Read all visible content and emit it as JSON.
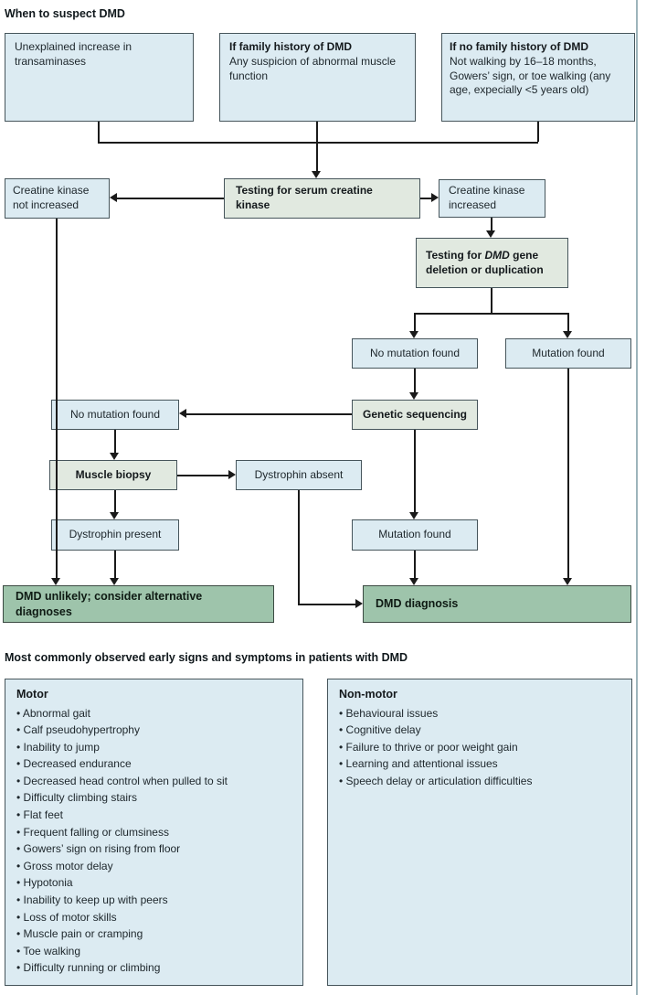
{
  "sections": {
    "suspect_title": "When to suspect DMD",
    "symptoms_title": "Most commonly observed early signs and symptoms in patients with DMD"
  },
  "colors": {
    "light_blue_fill": "#dcebf2",
    "pale_green_fill": "#e1e9e0",
    "dark_green_fill": "#9ec4ab",
    "border": "#46555b",
    "arrow": "#1a1a1a"
  },
  "flowchart": {
    "unexplained": "Unexplained increase in transaminases",
    "family_history": {
      "title": "If family history of DMD",
      "text": "Any suspicion of abnormal muscle function"
    },
    "no_family_history": {
      "title": "If no family history of DMD",
      "text": "Not walking by 16–18 months, Gowers’ sign, or toe walking (any age, expecially <5 years old)"
    },
    "ck_not_increased": "Creatine kinase not increased",
    "testing_ck": "Testing for serum creatine kinase",
    "ck_increased": "Creatine kinase increased",
    "testing_dmd_gene": {
      "pre": "Testing for ",
      "gene": "DMD",
      "post": " gene deletion or duplication"
    },
    "no_mutation_found_upper": "No mutation found",
    "mutation_found_right": "Mutation found",
    "genetic_sequencing": "Genetic sequencing",
    "no_mutation_found_left": "No mutation found",
    "muscle_biopsy": "Muscle biopsy",
    "dystrophin_absent": "Dystrophin absent",
    "dystrophin_present": "Dystrophin present",
    "mutation_found_mid": "Mutation found",
    "dmd_unlikely": "DMD unlikely; consider alternative diagnoses",
    "dmd_diagnosis": "DMD diagnosis"
  },
  "symptoms": {
    "motor": {
      "title": "Motor",
      "items": [
        "Abnormal gait",
        "Calf pseudohypertrophy",
        "Inability to jump",
        "Decreased endurance",
        "Decreased head control when pulled to sit",
        "Difficulty climbing stairs",
        "Flat feet",
        "Frequent falling or clumsiness",
        "Gowers’ sign on rising from floor",
        "Gross motor delay",
        "Hypotonia",
        "Inability to keep up with peers",
        "Loss of motor skills",
        "Muscle pain or cramping",
        "Toe walking",
        "Difficulty running or climbing"
      ]
    },
    "non_motor": {
      "title": "Non-motor",
      "items": [
        "Behavioural issues",
        "Cognitive delay",
        "Failure to thrive or poor weight gain",
        "Learning and attentional issues",
        "Speech delay or articulation difficulties"
      ]
    }
  }
}
